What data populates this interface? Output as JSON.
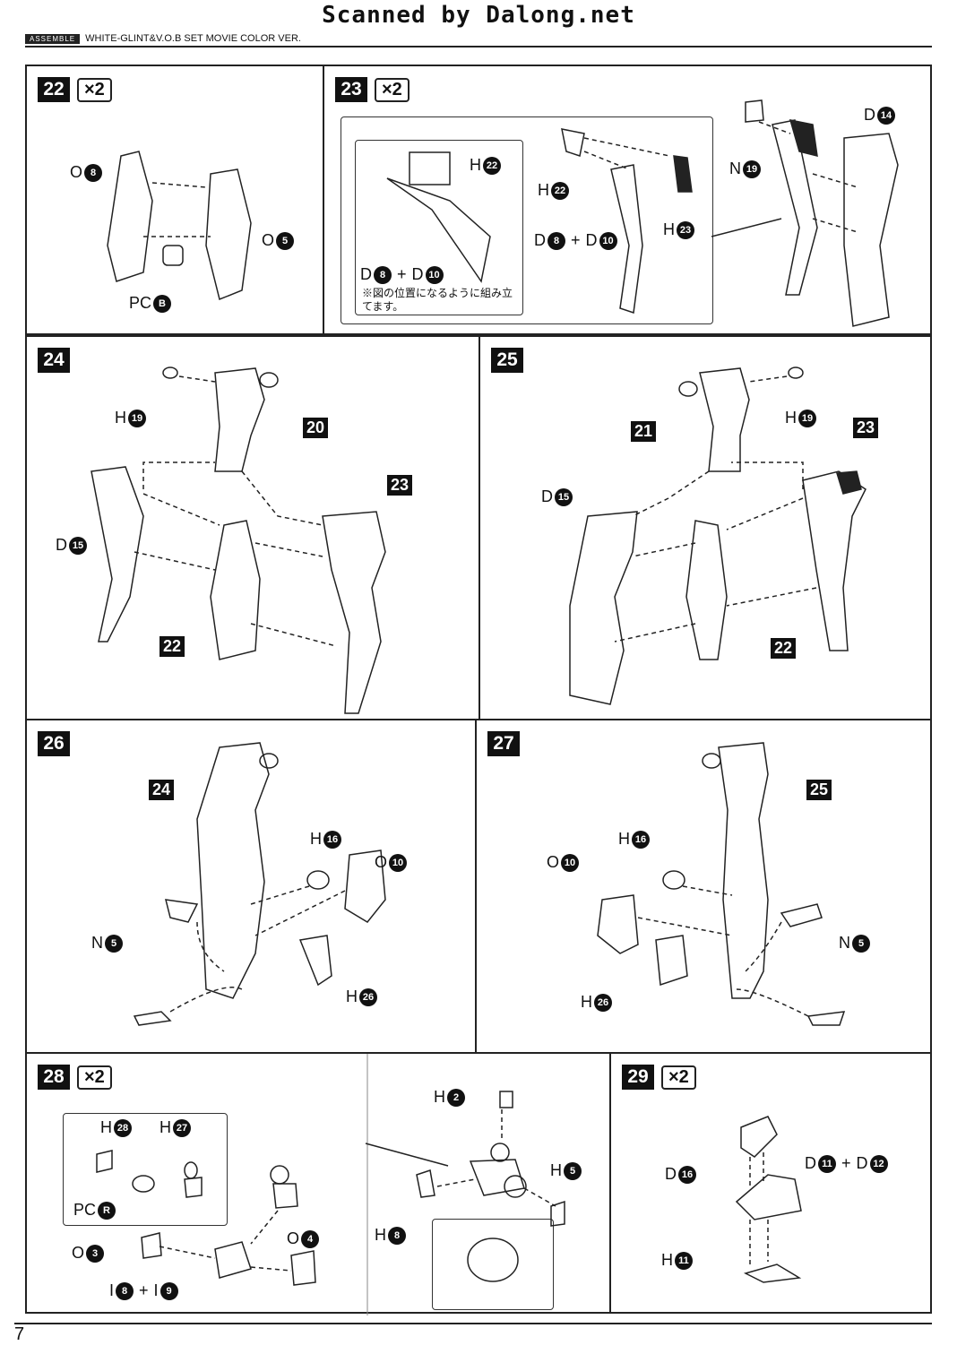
{
  "scan_title": "Scanned by Dalong.net",
  "header": {
    "badge": "ASSEMBLE",
    "title": "WHITE-GLINT&V.O.B SET MOVIE COLOR VER."
  },
  "page_number": "7",
  "steps": {
    "s22": {
      "num": "22",
      "mult": "×2",
      "labels": [
        "O",
        "8",
        "O",
        "5",
        "PC",
        "B"
      ]
    },
    "s23": {
      "num": "23",
      "mult": "×2",
      "inset_h": "H",
      "inset_h_num": "22",
      "inset_d1": "D",
      "inset_d1_num": "8",
      "inset_plus": "+",
      "inset_d2": "D",
      "inset_d2_num": "10",
      "note": "※図の位置になるように組み立てます。",
      "h22": "H",
      "h22_num": "22",
      "h23": "H",
      "h23_num": "23",
      "d8": "D",
      "d8_num": "8",
      "d10": "D",
      "d10_num": "10",
      "n19": "N",
      "n19_num": "19",
      "d14": "D",
      "d14_num": "14"
    },
    "s24": {
      "num": "24",
      "h19": "H",
      "h19_num": "19",
      "ref20": "20",
      "ref23": "23",
      "d15": "D",
      "d15_num": "15",
      "ref22": "22"
    },
    "s25": {
      "num": "25",
      "h19": "H",
      "h19_num": "19",
      "ref21": "21",
      "ref23": "23",
      "d15": "D",
      "d15_num": "15",
      "ref22": "22"
    },
    "s26": {
      "num": "26",
      "ref24": "24",
      "h16": "H",
      "h16_num": "16",
      "o10": "O",
      "o10_num": "10",
      "n5": "N",
      "n5_num": "5",
      "h26": "H",
      "h26_num": "26"
    },
    "s27": {
      "num": "27",
      "ref25": "25",
      "h16": "H",
      "h16_num": "16",
      "o10": "O",
      "o10_num": "10",
      "n5": "N",
      "n5_num": "5",
      "h26": "H",
      "h26_num": "26"
    },
    "s28": {
      "num": "28",
      "mult": "×2",
      "h28": "H",
      "h28_num": "28",
      "h27": "H",
      "h27_num": "27",
      "pcr": "PC",
      "pcr_num": "R",
      "o3": "O",
      "o3_num": "3",
      "o4": "O",
      "o4_num": "4",
      "i8": "I",
      "i8_num": "8",
      "plus": "+",
      "i9": "I",
      "i9_num": "9",
      "h2": "H",
      "h2_num": "2",
      "h5": "H",
      "h5_num": "5",
      "h8": "H",
      "h8_num": "8"
    },
    "s29": {
      "num": "29",
      "mult": "×2",
      "d16": "D",
      "d16_num": "16",
      "d11": "D",
      "d11_num": "11",
      "plus": "+",
      "d12": "D",
      "d12_num": "12",
      "h11": "H",
      "h11_num": "11"
    }
  }
}
